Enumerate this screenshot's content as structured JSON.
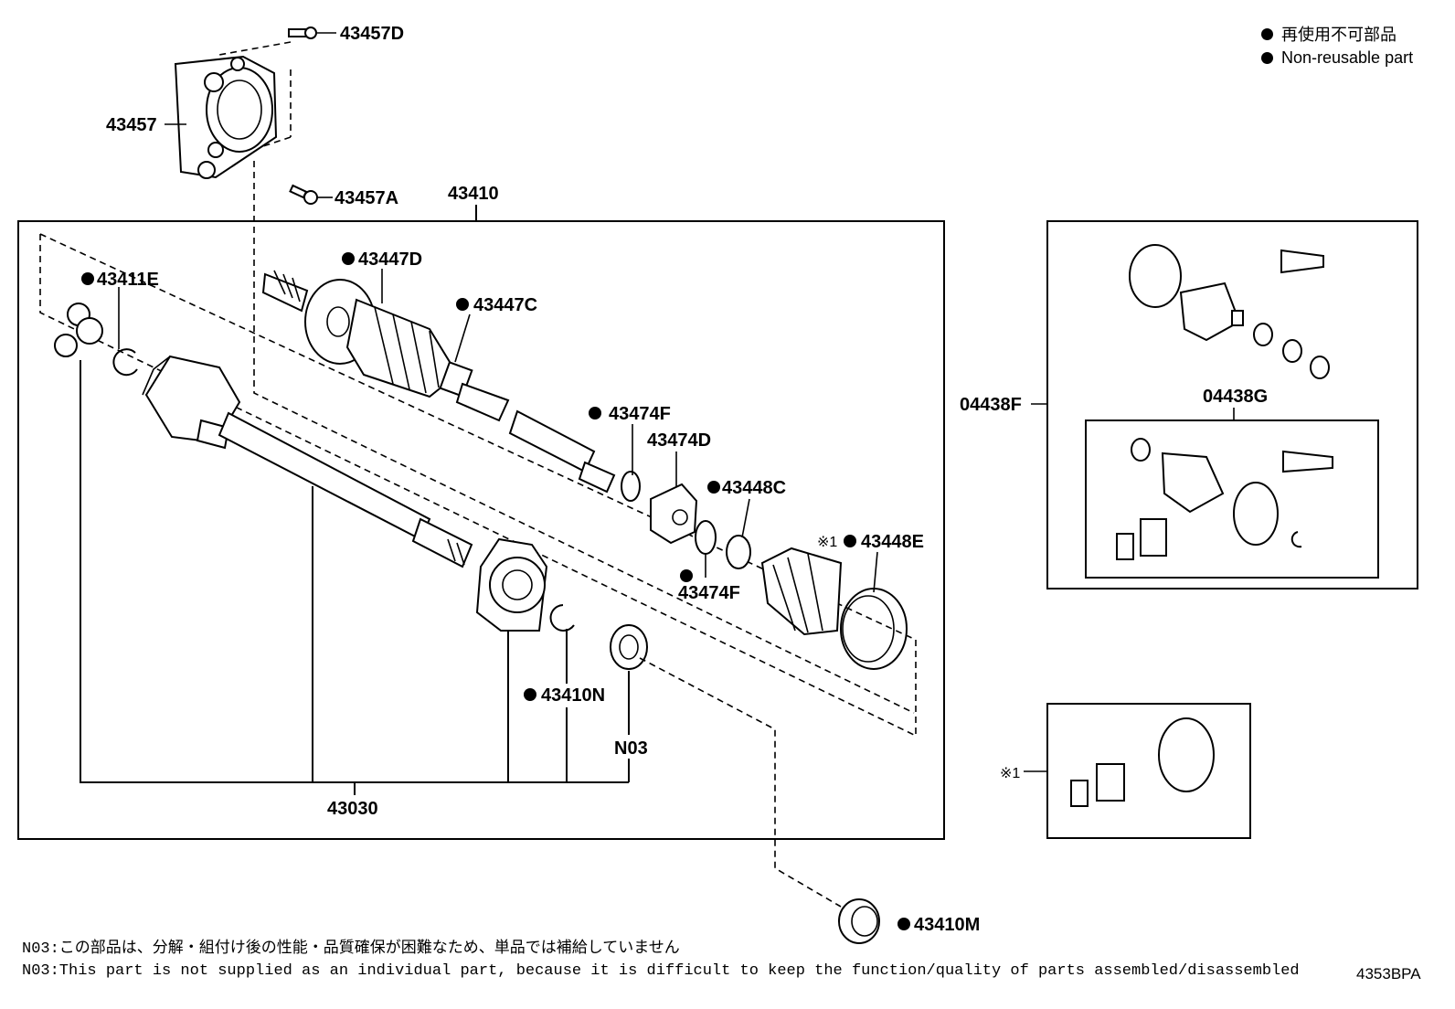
{
  "legend": [
    {
      "text": "再使用不可部品"
    },
    {
      "text": "Non-reusable part"
    }
  ],
  "labels": {
    "p43457D": "43457D",
    "p43457": "43457",
    "p43457A": "43457A",
    "p43410": "43410",
    "p43447D": "43447D",
    "p43411E": "43411E",
    "p43447C": "43447C",
    "p43474F_a": "43474F",
    "p43474D": "43474D",
    "p43448C": "43448C",
    "p43448E": "43448E",
    "mark1": "※1",
    "p43474F_b": "43474F",
    "p43410N": "43410N",
    "n03": "N03",
    "p43030": "43030",
    "p04438F": "04438F",
    "p04438G": "04438G",
    "mark1_kit": "※1",
    "p43410M": "43410M"
  },
  "notes": [
    "N03:この部品は、分解・組付け後の性能・品質確保が困難なため、単品では補給していません",
    "N03:This part is not supplied as an individual part, because it is difficult to keep the function/quality of parts assembled/disassembled"
  ],
  "figure_code": "4353BPA"
}
